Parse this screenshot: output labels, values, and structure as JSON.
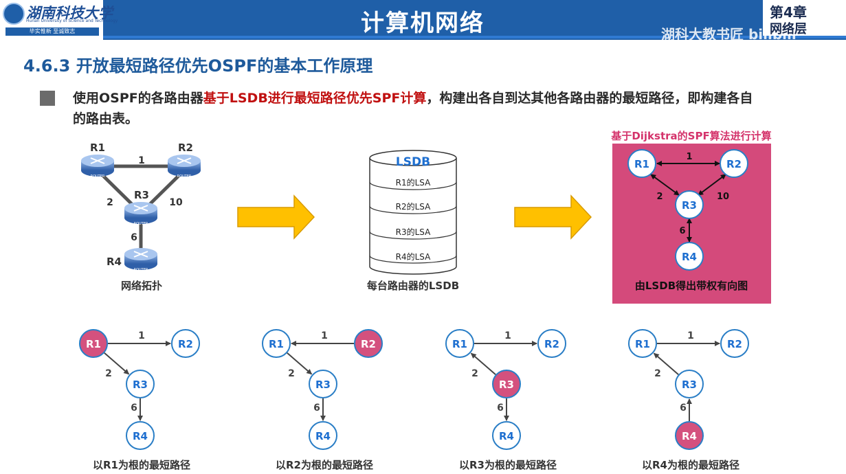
{
  "header": {
    "university_name": "湖南科技大学",
    "university_en": "Hunan University of Science and Technology",
    "university_motto": "毕实惟新  至诚致志",
    "course_title": "计算机网络",
    "chapter_number": "第4章",
    "chapter_name": "网络层",
    "watermark": "湖科大教书匠 bilibili"
  },
  "section_title": "4.6.3 开放最短路径优先OSPF的基本工作原理",
  "bullet": {
    "prefix": "使用OSPF的各路由器",
    "highlight": "基于LSDB进行最短路径优先SPF计算",
    "suffix": "，构建出各自到达其他各路由器的最短路径，即构建各自的路由表。"
  },
  "topology": {
    "routers": [
      "R1",
      "R2",
      "R3",
      "R4"
    ],
    "router_tag": "ROUTER",
    "link_costs": {
      "r1_r2": "1",
      "r1_r3": "2",
      "r2_r3": "10",
      "r3_r4": "6"
    },
    "caption": "网络拓扑"
  },
  "lsdb": {
    "title": "LSDB",
    "entries": [
      "R1的LSA",
      "R2的LSA",
      "R3的LSA",
      "R4的LSA"
    ],
    "caption": "每台路由器的LSDB"
  },
  "dijkstra": {
    "title": "基于Dijkstra的SPF算法进行计算",
    "caption": "由LSDB得出带权有向图",
    "nodes": [
      "R1",
      "R2",
      "R3",
      "R4"
    ],
    "weights": [
      "1",
      "2",
      "10",
      "6"
    ]
  },
  "trees": [
    {
      "root": "R1",
      "caption": "以R1为根的最短路径"
    },
    {
      "root": "R2",
      "caption": "以R2为根的最短路径"
    },
    {
      "root": "R3",
      "caption": "以R3为根的最短路径"
    },
    {
      "root": "R4",
      "caption": "以R4为根的最短路径"
    }
  ],
  "tree_weights": [
    "1",
    "2",
    "6"
  ],
  "colors": {
    "header_blue": "#1f5fa8",
    "node_border": "#2a7ec6",
    "root_fill": "#d4517e",
    "arrow_fill": "#ffc000",
    "highlight_red": "#c01010",
    "panel_pink": "#d44a7b"
  }
}
